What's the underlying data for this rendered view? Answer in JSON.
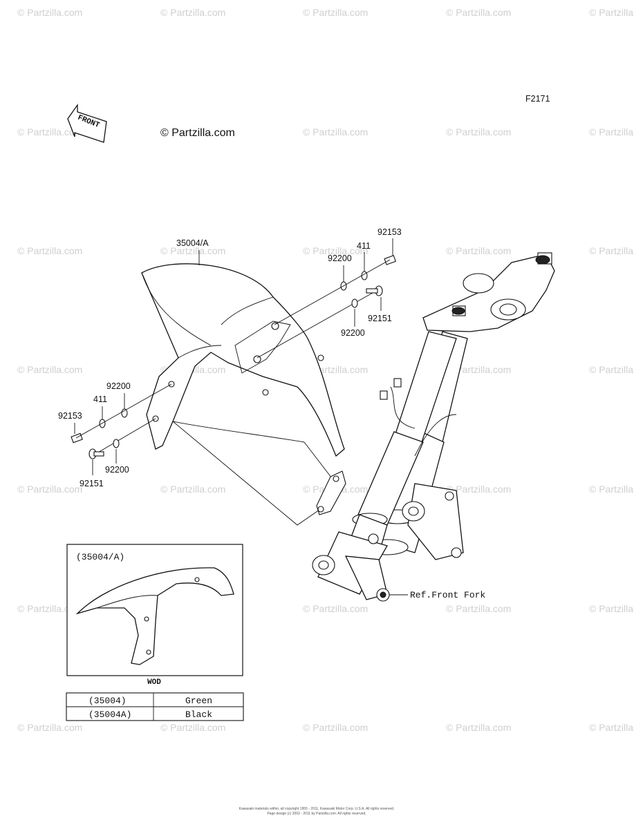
{
  "diagram_code": "F2171",
  "copyright_label": "© Partzilla.com",
  "watermark_text": "© Partzilla.com",
  "front_label": "FRONT",
  "parts": {
    "fender": "35004/A",
    "bolt_top": "92153",
    "washer_top": "411",
    "washer_top_left": "92200",
    "bolt_top2": "92151",
    "washer_top2": "92200",
    "washer_left1": "92200",
    "washer_left2": "411",
    "bolt_left": "92153",
    "bolt_left2": "92151",
    "washer_left3": "92200"
  },
  "ref_fork": "Ref.Front Fork",
  "inset": {
    "title": "(35004/A)",
    "code": "WOD"
  },
  "color_table": [
    {
      "part": "(35004)",
      "color": "Green"
    },
    {
      "part": "(35004A)",
      "color": "Black"
    }
  ],
  "footer_line1": "Kawasaki materials within, all copyright 1955 - 2011, Kawasaki Motor Corp. U.S.A. All rights reserved.",
  "footer_line2": "Page design (c) 2002 - 2011 by Partzilla.com. All rights reserved."
}
